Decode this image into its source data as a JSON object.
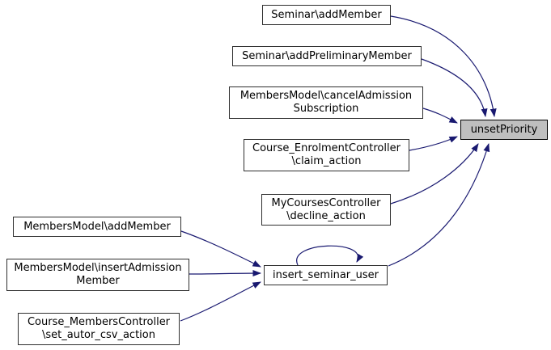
{
  "graph": {
    "type": "caller-graph",
    "colors": {
      "background": "#ffffff",
      "edge": "#191970",
      "node_fill": "#ffffff",
      "node_border": "#2f2f2f",
      "highlight_fill": "#bfbfbf"
    },
    "nodes": [
      {
        "id": "seminar-addmember",
        "lines": [
          "Seminar\\addMember"
        ]
      },
      {
        "id": "seminar-addpreliminarymember",
        "lines": [
          "Seminar\\addPreliminaryMember"
        ]
      },
      {
        "id": "membersmodel-canceladmission-subscription",
        "lines": [
          "MembersModel\\cancelAdmission",
          "Subscription"
        ]
      },
      {
        "id": "course-enrolmentcontroller-claim-action",
        "lines": [
          "Course_EnrolmentController",
          "\\claim_action"
        ]
      },
      {
        "id": "mycoursescontroller-decline-action",
        "lines": [
          "MyCoursesController",
          "\\decline_action"
        ]
      },
      {
        "id": "unsetpriority",
        "lines": [
          "unsetPriority"
        ],
        "highlighted": true
      },
      {
        "id": "insert-seminar-user",
        "lines": [
          "insert_seminar_user"
        ]
      },
      {
        "id": "membersmodel-addmember",
        "lines": [
          "MembersModel\\addMember"
        ]
      },
      {
        "id": "membersmodel-insertadmission-member",
        "lines": [
          "MembersModel\\insertAdmission",
          "Member"
        ]
      },
      {
        "id": "course-memberscontroller-set-autor-csv-action",
        "lines": [
          "Course_MembersController",
          "\\set_autor_csv_action"
        ]
      }
    ],
    "edges": [
      {
        "from": "Seminar\\addMember",
        "to": "unsetPriority"
      },
      {
        "from": "Seminar\\addPreliminaryMember",
        "to": "unsetPriority"
      },
      {
        "from": "MembersModel\\cancelAdmissionSubscription",
        "to": "unsetPriority"
      },
      {
        "from": "Course_EnrolmentController\\claim_action",
        "to": "unsetPriority"
      },
      {
        "from": "MyCoursesController\\decline_action",
        "to": "unsetPriority"
      },
      {
        "from": "insert_seminar_user",
        "to": "unsetPriority"
      },
      {
        "from": "MembersModel\\addMember",
        "to": "insert_seminar_user"
      },
      {
        "from": "MembersModel\\insertAdmissionMember",
        "to": "insert_seminar_user"
      },
      {
        "from": "Course_MembersController\\set_autor_csv_action",
        "to": "insert_seminar_user"
      },
      {
        "from": "insert_seminar_user",
        "to": "insert_seminar_user"
      }
    ]
  }
}
